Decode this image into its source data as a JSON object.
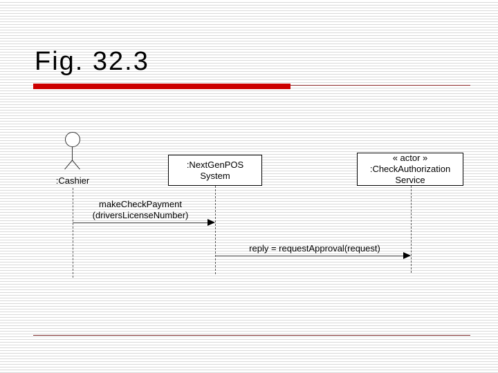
{
  "slide": {
    "title": "Fig. 32.3",
    "accent_color": "#cc0000",
    "rule_thin_color": "#8b2525",
    "footer_rule_color": "#7c2a2a"
  },
  "diagram": {
    "type": "uml-sequence-diagram",
    "participants": [
      {
        "id": "cashier",
        "kind": "actor-stick-figure",
        "label": ":Cashier"
      },
      {
        "id": "pos",
        "kind": "box",
        "line1": ":NextGenPOS",
        "line2": "System"
      },
      {
        "id": "auth",
        "kind": "box",
        "stereotype": "« actor »",
        "line1": ":CheckAuthorization",
        "line2": "Service"
      }
    ],
    "messages": [
      {
        "id": "msg1",
        "from": "cashier",
        "to": "pos",
        "line1": "makeCheckPayment",
        "line2": "(driversLicenseNumber)"
      },
      {
        "id": "msg2",
        "from": "pos",
        "to": "auth",
        "line1": "reply = requestApproval(request)",
        "line2": ""
      }
    ]
  }
}
